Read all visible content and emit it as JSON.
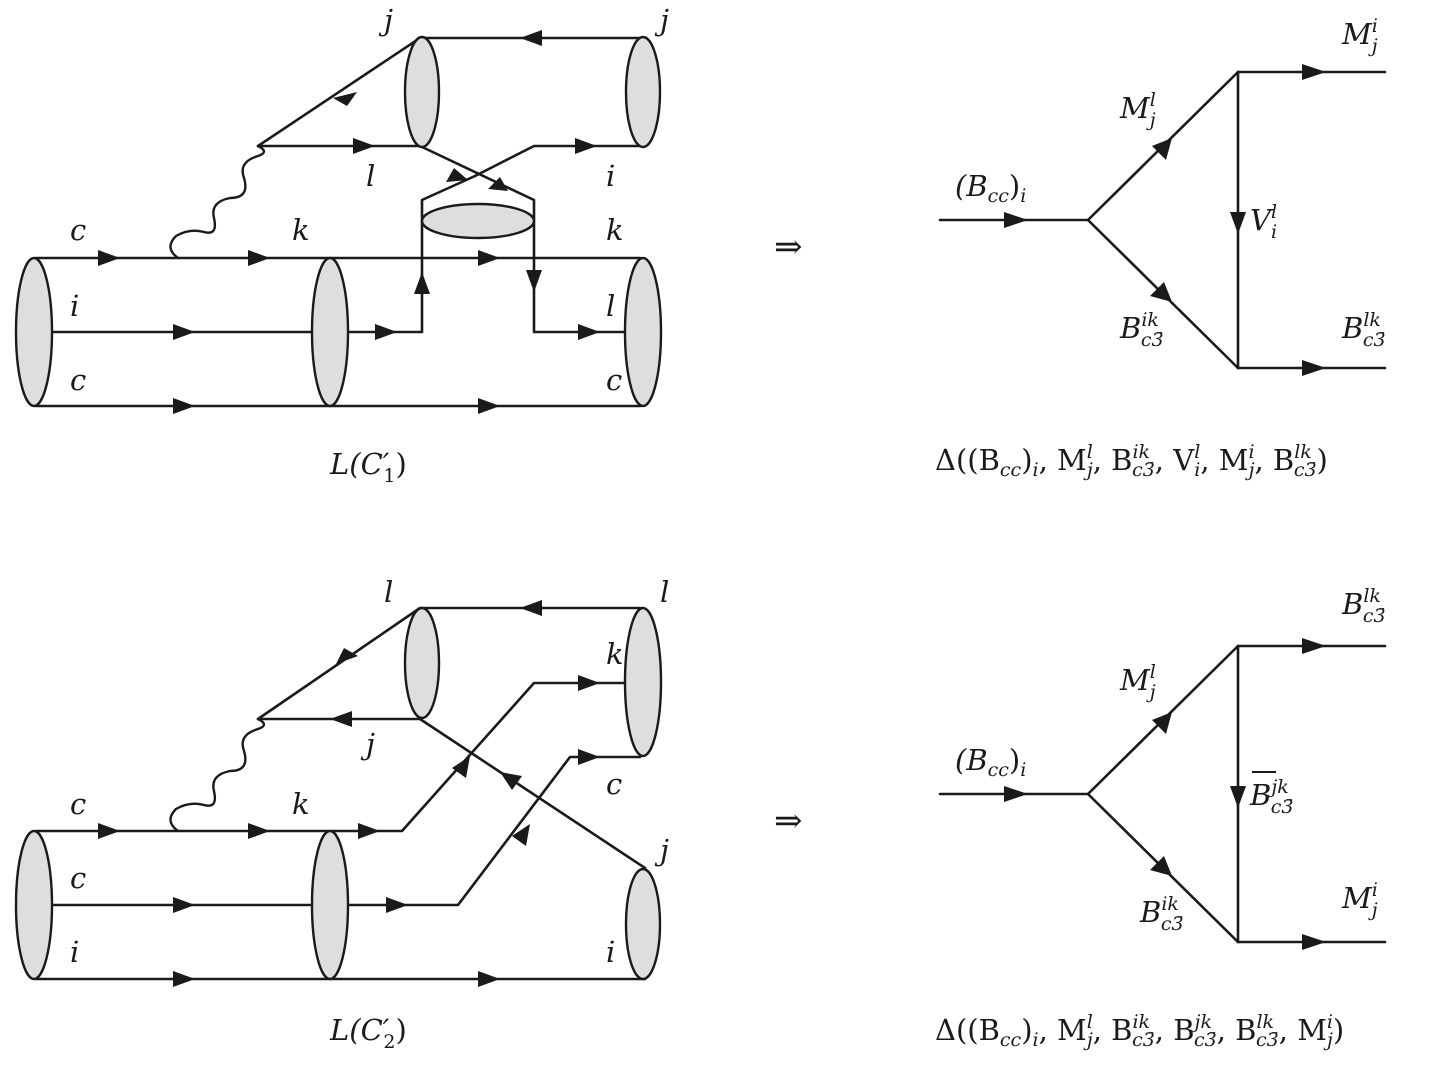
{
  "implies": "⇒",
  "top": {
    "caption": {
      "base": "L(C",
      "prime": "′",
      "index": "1",
      "close": ")"
    },
    "quarks": {
      "c_top": "c",
      "k_mid": "k",
      "k_right": "k",
      "i_left": "i",
      "l_right": "l",
      "c_bot_left": "c",
      "c_bot_right": "c",
      "j_upper": "j",
      "j_upper_right": "j",
      "l_upper": "l",
      "i_upper_right": "i"
    },
    "triangle": {
      "initial": {
        "open": "(B",
        "sub": "cc",
        "close": ")",
        "idx": "i"
      },
      "meson_upper": {
        "base": "M",
        "sup": "l",
        "sub": "j"
      },
      "baryon_lower": {
        "base": "B",
        "sup": "ik",
        "sub": "c3̄"
      },
      "exchange": {
        "base": "V",
        "sup": "l",
        "sub": "i"
      },
      "final_upper": {
        "base": "M",
        "sup": "i",
        "sub": "j"
      },
      "final_lower": {
        "base": "B",
        "sup": "lk",
        "sub": "c3̄"
      }
    },
    "formula": {
      "delta": "Δ((B",
      "p1": "cc",
      "p2": ")",
      "p3": "i",
      "p4": ", M",
      "p5": "l",
      "p6": "j",
      "p7": ", B",
      "p8": "ik",
      "p9": "c3̄",
      "p10": ", V",
      "p11": "l",
      "p12": "i",
      "p13": ", M",
      "p14": "i",
      "p15": "j",
      "p16": ", B",
      "p17": "lk",
      "p18": "c3̄",
      "p19": ")"
    }
  },
  "bottom": {
    "caption": {
      "base": "L(C",
      "prime": "′",
      "index": "2",
      "close": ")"
    },
    "quarks": {
      "c_top": "c",
      "k_mid": "k",
      "c_mid_left": "c",
      "i_bot_left": "i",
      "l_upper": "l",
      "l_upper_right": "l",
      "k_upper_right": "k",
      "j_lower": "j",
      "c_right": "c",
      "j_right": "j",
      "i_right": "i"
    },
    "triangle": {
      "initial": {
        "open": "(B",
        "sub": "cc",
        "close": ")",
        "idx": "i"
      },
      "meson_upper": {
        "base": "M",
        "sup": "l",
        "sub": "j"
      },
      "baryon_lower": {
        "base": "B",
        "sup": "ik",
        "sub": "c3̄"
      },
      "exchange": {
        "base": "B",
        "sup": "jk",
        "sub": "c3̄"
      },
      "final_upper": {
        "base": "B",
        "sup": "lk",
        "sub": "c3̄"
      },
      "final_lower": {
        "base": "M",
        "sup": "i",
        "sub": "j"
      }
    },
    "formula": {
      "delta": "Δ((B",
      "p1": "cc",
      "p2": ")",
      "p3": "i",
      "p4": ", M",
      "p5": "l",
      "p6": "j",
      "p7": ", B",
      "p8": "ik",
      "p9": "c3̄",
      "p10": ", B",
      "p11": "jk",
      "p12": "c3̄",
      "p13": ", B",
      "p14": "lk",
      "p15": "c3̄",
      "p16": ", M",
      "p17": "i",
      "p18": "j",
      "p19": ")"
    }
  }
}
